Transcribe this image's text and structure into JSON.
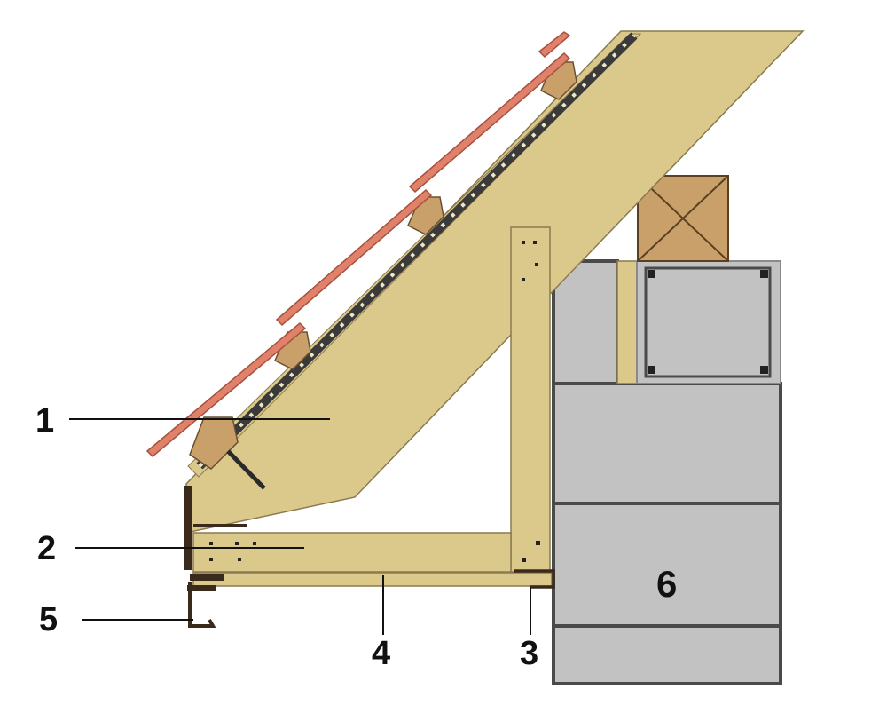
{
  "labels": {
    "rafter": "1",
    "tie_beam": "2",
    "support_bracket": "3",
    "ceiling_board": "4",
    "gutter_hook": "5",
    "wall": "6"
  },
  "colors": {
    "wood": "#DBC98B",
    "wood_dark": "#C9A06A",
    "block": "#C2C2C2",
    "block_line": "#4A4A4A",
    "tile": "#E0826B",
    "tile_edge": "#A8503C",
    "metal": "#3A2A1C",
    "leader": "#111111"
  }
}
